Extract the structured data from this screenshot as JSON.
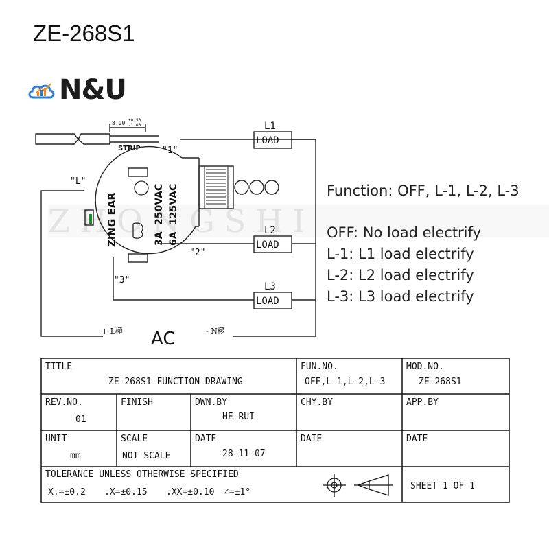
{
  "header": {
    "title": "ZE-268S1",
    "brand": "N&U"
  },
  "watermark": "ZHONGSHI",
  "diagram": {
    "strip_dim": "8.00",
    "strip_tol_plus": "+0.50",
    "strip_tol_minus": "-1.00",
    "strip_label": "STRIP",
    "terminal_1": "\"1\"",
    "terminal_2": "\"2\"",
    "terminal_3": "\"3\"",
    "terminal_l": "\"L\"",
    "switch_brand": "ZING EAR",
    "rating_v1": "250VAC",
    "rating_v2": "125VAC",
    "rating_a1": "3A",
    "rating_a2": "6A",
    "load_label": "LOAD",
    "l1": "L1",
    "l2": "L2",
    "l3": "L3",
    "ac": "AC",
    "plus_pole": "+ L極",
    "minus_pole": "- N極"
  },
  "functions": {
    "heading": "Function: OFF, L-1, L-2, L-3",
    "items": [
      "OFF: No load electrify",
      "L-1: L1 load electrify",
      "L-2: L2 load electrify",
      "L-3: L3 load electrify"
    ]
  },
  "title_block": {
    "title_label": "TITLE",
    "title_value": "ZE-268S1 FUNCTION DRAWING",
    "fun_no_label": "FUN.NO.",
    "fun_no_value": "OFF,L-1,L-2,L-3",
    "mod_no_label": "MOD.NO.",
    "mod_no_value": "ZE-268S1",
    "rev_no_label": "REV.NO.",
    "rev_no_value": "01",
    "finish_label": "FINISH",
    "dwn_by_label": "DWN.BY",
    "dwn_by_value": "HE RUI",
    "chy_by_label": "CHY.BY",
    "app_by_label": "APP.BY",
    "unit_label": "UNIT",
    "unit_value": "mm",
    "scale_label": "SCALE",
    "scale_value": "NOT SCALE",
    "date_label": "DATE",
    "date_value": "28-11-07",
    "tolerance_label": "TOLERANCE UNLESS OTHERWISE SPECIFIED",
    "tol_x": "X.=±0.2",
    "tol_xx": ".X=±0.15",
    "tol_xxx": ".XX=±0.10",
    "tol_angle": "∠=±1°",
    "sheet": "SHEET 1 OF 1"
  }
}
